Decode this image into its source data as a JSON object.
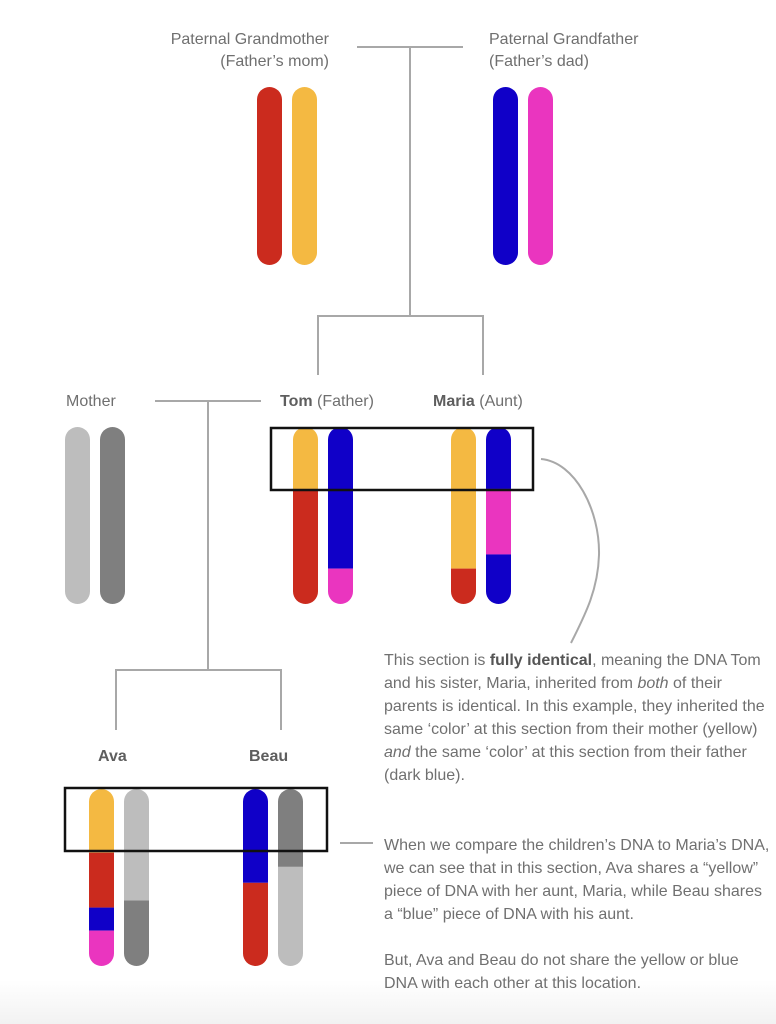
{
  "colors": {
    "red": "#cb2b1e",
    "yellow": "#f4b942",
    "blue": "#1000c8",
    "pink": "#ea35bf",
    "light_gray": "#bdbdbd",
    "dark_gray": "#7f7f7f",
    "line": "#a8a8a8",
    "box": "#111111"
  },
  "labels": {
    "grandmother_line1": "Paternal Grandmother",
    "grandmother_line2": "(Father’s mom)",
    "grandfather_line1": "Paternal Grandfather",
    "grandfather_line2": "(Father’s dad)",
    "mother": "Mother",
    "tom_name": "Tom",
    "tom_role": " (Father)",
    "maria_name": "Maria",
    "maria_role": " (Aunt)",
    "ava": "Ava",
    "beau": "Beau"
  },
  "chromosomes": [
    {
      "id": "grandmother",
      "pair": [
        [
          {
            "color": "red",
            "from": 0,
            "to": 1
          }
        ],
        [
          {
            "color": "yellow",
            "from": 0,
            "to": 1
          }
        ]
      ]
    },
    {
      "id": "grandfather",
      "pair": [
        [
          {
            "color": "blue",
            "from": 0,
            "to": 1
          }
        ],
        [
          {
            "color": "pink",
            "from": 0,
            "to": 1
          }
        ]
      ]
    },
    {
      "id": "mother",
      "pair": [
        [
          {
            "color": "light_gray",
            "from": 0,
            "to": 1
          }
        ],
        [
          {
            "color": "dark_gray",
            "from": 0,
            "to": 1
          }
        ]
      ]
    },
    {
      "id": "tom",
      "pair": [
        [
          {
            "color": "yellow",
            "from": 0,
            "to": 0.35
          },
          {
            "color": "red",
            "from": 0.35,
            "to": 1
          }
        ],
        [
          {
            "color": "blue",
            "from": 0,
            "to": 0.8
          },
          {
            "color": "pink",
            "from": 0.8,
            "to": 1
          }
        ]
      ]
    },
    {
      "id": "maria",
      "pair": [
        [
          {
            "color": "yellow",
            "from": 0,
            "to": 0.8
          },
          {
            "color": "red",
            "from": 0.8,
            "to": 1
          }
        ],
        [
          {
            "color": "blue",
            "from": 0,
            "to": 0.35
          },
          {
            "color": "pink",
            "from": 0.35,
            "to": 0.72
          },
          {
            "color": "blue",
            "from": 0.72,
            "to": 1
          }
        ]
      ]
    },
    {
      "id": "ava",
      "pair": [
        [
          {
            "color": "yellow",
            "from": 0,
            "to": 0.36
          },
          {
            "color": "red",
            "from": 0.36,
            "to": 0.67
          },
          {
            "color": "blue",
            "from": 0.67,
            "to": 0.8
          },
          {
            "color": "pink",
            "from": 0.8,
            "to": 1
          }
        ],
        [
          {
            "color": "light_gray",
            "from": 0,
            "to": 0.63
          },
          {
            "color": "dark_gray",
            "from": 0.63,
            "to": 1
          }
        ]
      ]
    },
    {
      "id": "beau",
      "pair": [
        [
          {
            "color": "blue",
            "from": 0,
            "to": 0.53
          },
          {
            "color": "red",
            "from": 0.53,
            "to": 1
          }
        ],
        [
          {
            "color": "dark_gray",
            "from": 0,
            "to": 0.44
          },
          {
            "color": "light_gray",
            "from": 0.44,
            "to": 1
          }
        ]
      ]
    }
  ],
  "annotations": {
    "box1": {
      "text_a": "This section is ",
      "text_bold": "fully identical",
      "text_b": ", meaning the DNA Tom and his sister, Maria, inherited from ",
      "text_italic": "both",
      "text_c": " of their parents is identical. In this example, they inherited the same ‘color’ at this section from their mother (yellow) ",
      "text_italic2": "and",
      "text_d": " the same ‘color’ at this section from their father (dark blue)."
    },
    "box2": {
      "para1": "When we compare the children’s DNA to Maria’s DNA, we can see that in this section, Ava shares a “yellow” piece of DNA with her aunt, Maria, while Beau shares a “blue” piece of DNA with his aunt.",
      "para2": "But, Ava and Beau do not share the yellow or blue DNA with each other at this location."
    }
  }
}
